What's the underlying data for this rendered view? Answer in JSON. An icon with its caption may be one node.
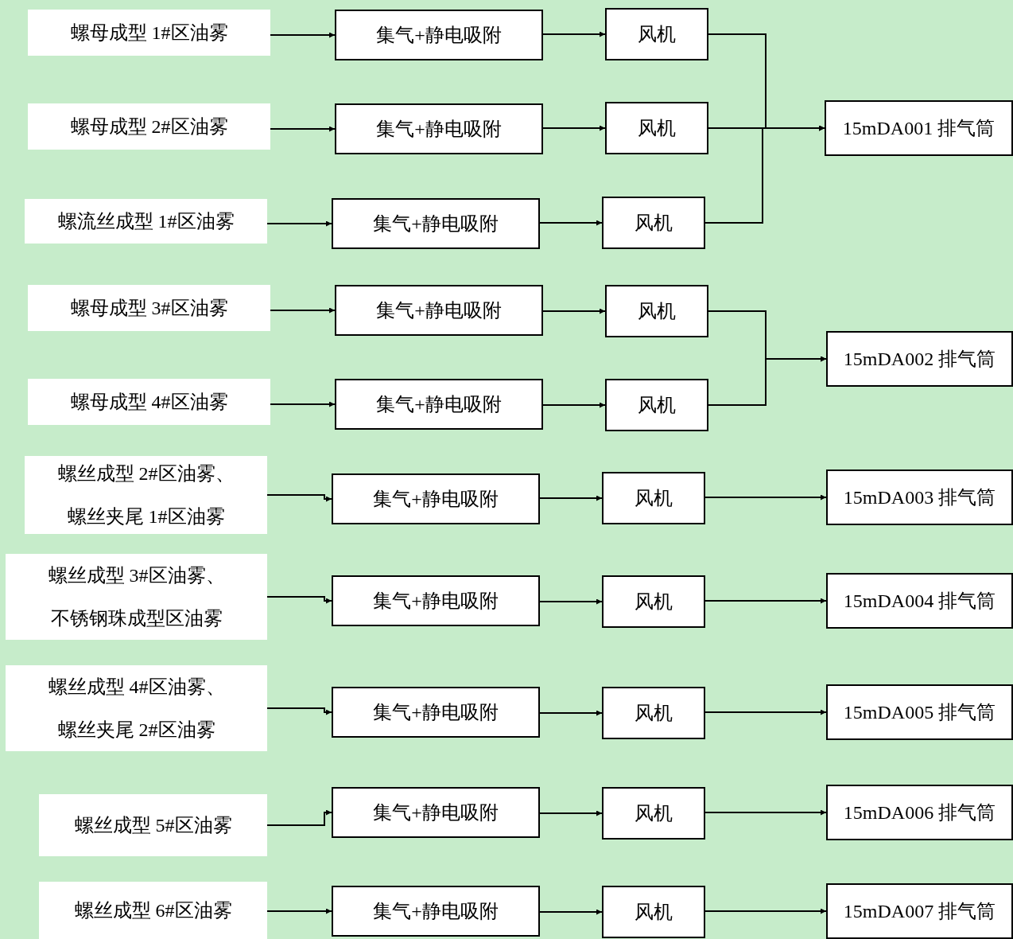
{
  "diagram": {
    "nodes": [
      {
        "text": [
          "螺母成型 1#区油雾"
        ]
      },
      {
        "text": [
          "集气+静电吸附"
        ]
      },
      {
        "text": [
          "风机"
        ]
      },
      {
        "text": [
          "螺母成型 2#区油雾"
        ]
      },
      {
        "text": [
          "集气+静电吸附"
        ]
      },
      {
        "text": [
          "风机"
        ]
      },
      {
        "text": [
          "15mDA001 排气筒"
        ]
      },
      {
        "text": [
          "螺流丝成型 1#区油雾"
        ]
      },
      {
        "text": [
          "集气+静电吸附"
        ]
      },
      {
        "text": [
          "风机"
        ]
      },
      {
        "text": [
          "螺母成型 3#区油雾"
        ]
      },
      {
        "text": [
          "集气+静电吸附"
        ]
      },
      {
        "text": [
          "风机"
        ]
      },
      {
        "text": [
          "15mDA002 排气筒"
        ]
      },
      {
        "text": [
          "螺母成型 4#区油雾"
        ]
      },
      {
        "text": [
          "集气+静电吸附"
        ]
      },
      {
        "text": [
          "风机"
        ]
      },
      {
        "text": [
          "螺丝成型 2#区油雾、螺丝夹尾 1#区油雾"
        ]
      },
      {
        "text": [
          "集气+静电吸附"
        ]
      },
      {
        "text": [
          "风机"
        ]
      },
      {
        "text": [
          "15mDA003 排气筒"
        ]
      },
      {
        "text": [
          "螺丝成型 3#区油雾、不锈钢珠成型区油雾"
        ]
      },
      {
        "text": [
          "集气+静电吸附"
        ]
      },
      {
        "text": [
          "风机"
        ]
      },
      {
        "text": [
          "15mDA004 排气筒"
        ]
      },
      {
        "text": [
          "螺丝成型 4#区油雾、螺丝夹尾 2#区油雾"
        ]
      },
      {
        "text": [
          "集气+静电吸附"
        ]
      },
      {
        "text": [
          "风机"
        ]
      },
      {
        "text": [
          "15mDA005 排气筒"
        ]
      },
      {
        "text": [
          "螺丝成型 5#区油雾"
        ]
      },
      {
        "text": [
          "集气+静电吸附"
        ]
      },
      {
        "text": [
          "风机"
        ]
      },
      {
        "text": [
          "15mDA006 排气筒"
        ]
      },
      {
        "text": [
          "螺丝成型 6#区油雾"
        ]
      },
      {
        "text": [
          "集气+静电吸附"
        ]
      },
      {
        "text": [
          "风机"
        ]
      },
      {
        "text": [
          "15mDA007 排气筒"
        ]
      }
    ],
    "edges": [
      {
        "from": 0,
        "to": 1,
        "arrow": "to"
      },
      {
        "from": 1,
        "to": 2,
        "arrow": "to"
      },
      {
        "from": 2,
        "to": 6,
        "arrow": "to"
      },
      {
        "from": 3,
        "to": 4,
        "arrow": "to"
      },
      {
        "from": 4,
        "to": 5,
        "arrow": "to"
      },
      {
        "from": 5,
        "to": 6,
        "arrow": "to"
      },
      {
        "from": 7,
        "to": 8,
        "arrow": "to"
      },
      {
        "from": 8,
        "to": 9,
        "arrow": "to"
      },
      {
        "from": 9,
        "to": 6,
        "arrow": "to"
      },
      {
        "from": 10,
        "to": 11,
        "arrow": "to"
      },
      {
        "from": 11,
        "to": 12,
        "arrow": "to"
      },
      {
        "from": 12,
        "to": 13,
        "arrow": "to"
      },
      {
        "from": 14,
        "to": 15,
        "arrow": "to"
      },
      {
        "from": 15,
        "to": 16,
        "arrow": "to"
      },
      {
        "from": 16,
        "to": 13,
        "arrow": "to"
      },
      {
        "from": 17,
        "to": 18,
        "arrow": "to"
      },
      {
        "from": 18,
        "to": 19,
        "arrow": "to"
      },
      {
        "from": 19,
        "to": 20,
        "arrow": "to"
      },
      {
        "from": 21,
        "to": 22,
        "arrow": "to"
      },
      {
        "from": 22,
        "to": 23,
        "arrow": "to"
      },
      {
        "from": 23,
        "to": 24,
        "arrow": "to"
      },
      {
        "from": 25,
        "to": 26,
        "arrow": "to"
      },
      {
        "from": 26,
        "to": 27,
        "arrow": "to"
      },
      {
        "from": 27,
        "to": 28,
        "arrow": "to"
      },
      {
        "from": 29,
        "to": 30,
        "arrow": "to"
      },
      {
        "from": 30,
        "to": 31,
        "arrow": "to"
      },
      {
        "from": 31,
        "to": 32,
        "arrow": "to"
      },
      {
        "from": 33,
        "to": 34,
        "arrow": "to"
      },
      {
        "from": 34,
        "to": 35,
        "arrow": "to"
      },
      {
        "from": 35,
        "to": 36,
        "arrow": "to"
      }
    ]
  }
}
